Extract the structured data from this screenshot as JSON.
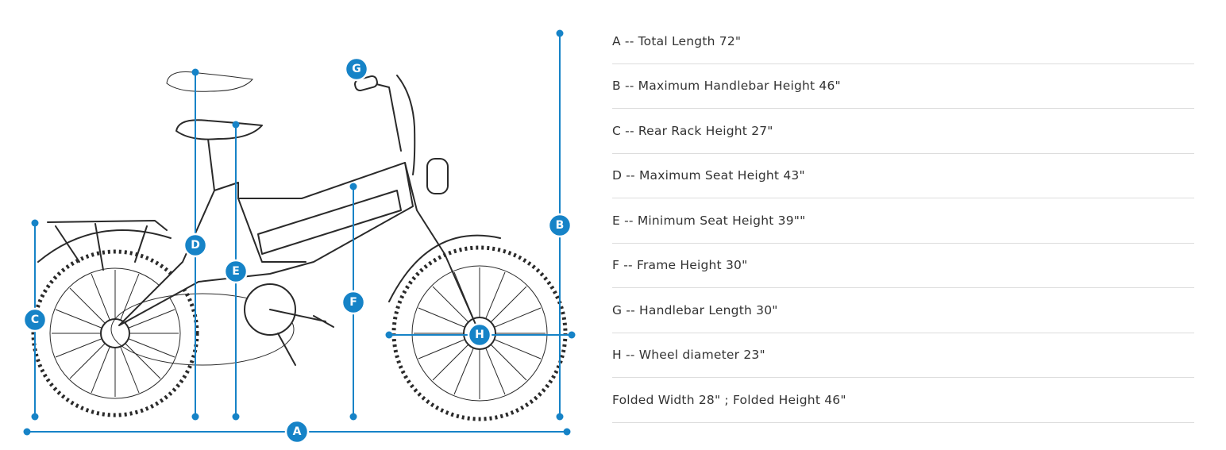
{
  "diagram": {
    "accent_color": "#1683c7",
    "badges": {
      "A": "A",
      "B": "B",
      "C": "C",
      "D": "D",
      "E": "E",
      "F": "F",
      "G": "G",
      "H": "H"
    }
  },
  "specs": [
    "A -- Total Length 72\"",
    "B -- Maximum Handlebar Height 46\"",
    "C -- Rear Rack Height 27\"",
    "D -- Maximum Seat Height 43\"",
    "E -- Minimum Seat Height 39\"\"",
    "F -- Frame Height 30\"",
    "G -- Handlebar Length 30\"",
    "H -- Wheel diameter 23\"",
    "Folded Width 28\" ; Folded Height 46\""
  ]
}
